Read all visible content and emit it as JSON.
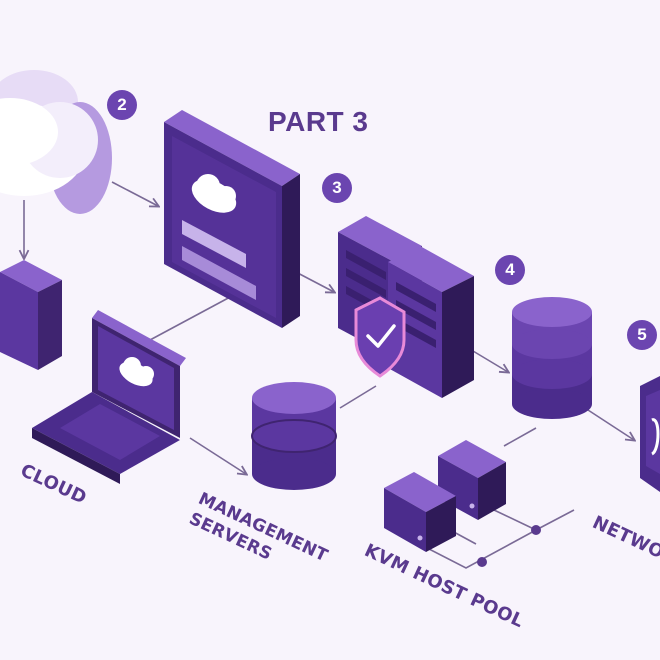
{
  "title": "PART 3",
  "steps": [
    "2",
    "3",
    "4",
    "5"
  ],
  "labels": {
    "cloud": "CLOUD",
    "management_line1": "MANAGEMENT",
    "management_line2": "SERVERS",
    "kvm": "KVM HOST POOL",
    "network": "NETWO"
  },
  "colors": {
    "accent": "#6b45b0",
    "dark": "#3f2470",
    "light": "#8a63cc",
    "text": "#5a3a8e",
    "shield": "#e88ad8",
    "background": "#f8f4fc"
  },
  "icons": [
    "cloud-icon",
    "laptop-icon",
    "server-rack-icon",
    "shield-check-icon",
    "database-icon",
    "cube-icon",
    "panel-icon"
  ]
}
